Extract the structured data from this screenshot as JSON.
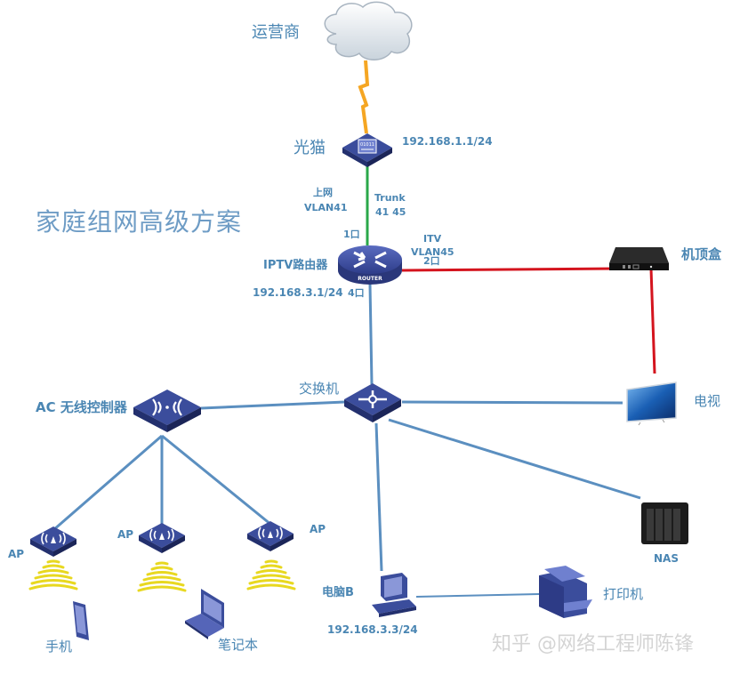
{
  "title": "家庭组网高级方案",
  "watermark": "知乎 @网络工程师陈锋",
  "colors": {
    "label": "#4a86b3",
    "title": "#6e9cc5",
    "link": "#5b8fc0",
    "trunk": "#2aa84a",
    "iptv": "#d4141e",
    "wan": "#f5a623",
    "device": "#3b4d9c",
    "wifi": "#e8d820"
  },
  "nodes": {
    "isp": {
      "label": "运营商"
    },
    "onu": {
      "label": "光猫",
      "ip": "192.168.1.1/24"
    },
    "router": {
      "label": "IPTV路由器",
      "ip": "192.168.3.1/24",
      "port_wan": "1口",
      "port_iptv": "2口",
      "port_lan": "4口",
      "badge": "ROUTER"
    },
    "stb": {
      "label": "机顶盒"
    },
    "tv": {
      "label": "电视"
    },
    "switch": {
      "label": "交换机"
    },
    "ac": {
      "label": "AC 无线控制器"
    },
    "ap1": {
      "label": "AP"
    },
    "ap2": {
      "label": "AP"
    },
    "ap3": {
      "label": "AP"
    },
    "phone": {
      "label": "手机"
    },
    "laptop": {
      "label": "笔记本"
    },
    "pc": {
      "label": "电脑B",
      "ip": "192.168.3.3/24"
    },
    "printer": {
      "label": "打印机"
    },
    "nas": {
      "label": "NAS"
    }
  },
  "links": {
    "uplink": {
      "title": "上网",
      "vlan": "VLAN41"
    },
    "trunk": {
      "title": "Trunk",
      "vlans": "41 45"
    },
    "iptv": {
      "title": "ITV",
      "vlan": "VLAN45"
    }
  }
}
